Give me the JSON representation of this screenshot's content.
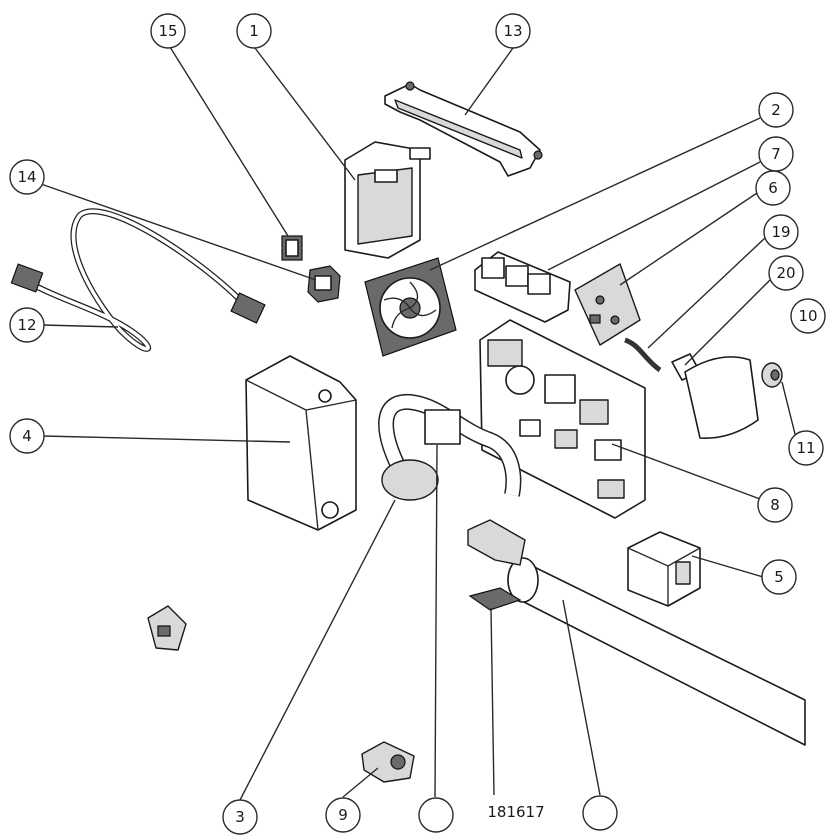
{
  "callouts": [
    {
      "id": "c15",
      "label": "15"
    },
    {
      "id": "c1",
      "label": "1"
    },
    {
      "id": "c13",
      "label": "13"
    },
    {
      "id": "c2",
      "label": "2"
    },
    {
      "id": "c7",
      "label": "7"
    },
    {
      "id": "c14",
      "label": "14"
    },
    {
      "id": "c6",
      "label": "6"
    },
    {
      "id": "c19",
      "label": "19"
    },
    {
      "id": "c20",
      "label": "20"
    },
    {
      "id": "c10",
      "label": "10"
    },
    {
      "id": "c12",
      "label": "12"
    },
    {
      "id": "c4",
      "label": "4"
    },
    {
      "id": "c11",
      "label": "11"
    },
    {
      "id": "c8",
      "label": "8"
    },
    {
      "id": "c5",
      "label": "5"
    },
    {
      "id": "c3",
      "label": "3"
    },
    {
      "id": "c9",
      "label": "9"
    },
    {
      "id": "c_blank_a",
      "label": ""
    },
    {
      "id": "c_blank_b",
      "label": ""
    }
  ],
  "free_labels": {
    "bottom_center": "181617"
  }
}
